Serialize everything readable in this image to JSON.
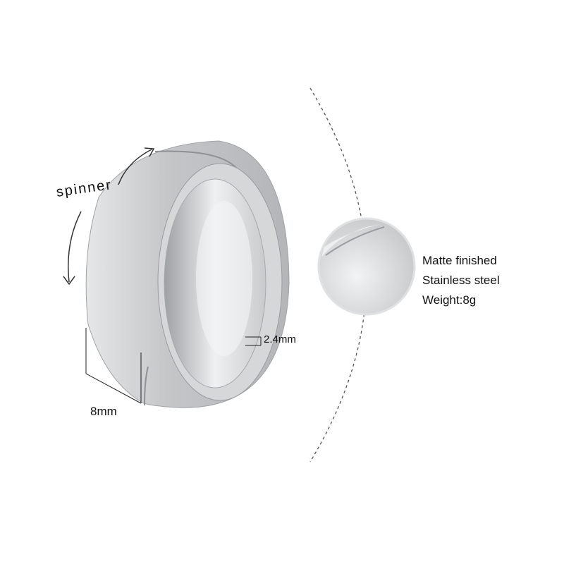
{
  "labels": {
    "spinner": "spinner",
    "width": "8mm",
    "thickness": "2.4mm"
  },
  "specs": [
    "Matte finished",
    "Stainless steel",
    "Weight:8g"
  ],
  "colors": {
    "metal": "#c9cbcd",
    "background": "#ffffff",
    "text": "#111111"
  }
}
